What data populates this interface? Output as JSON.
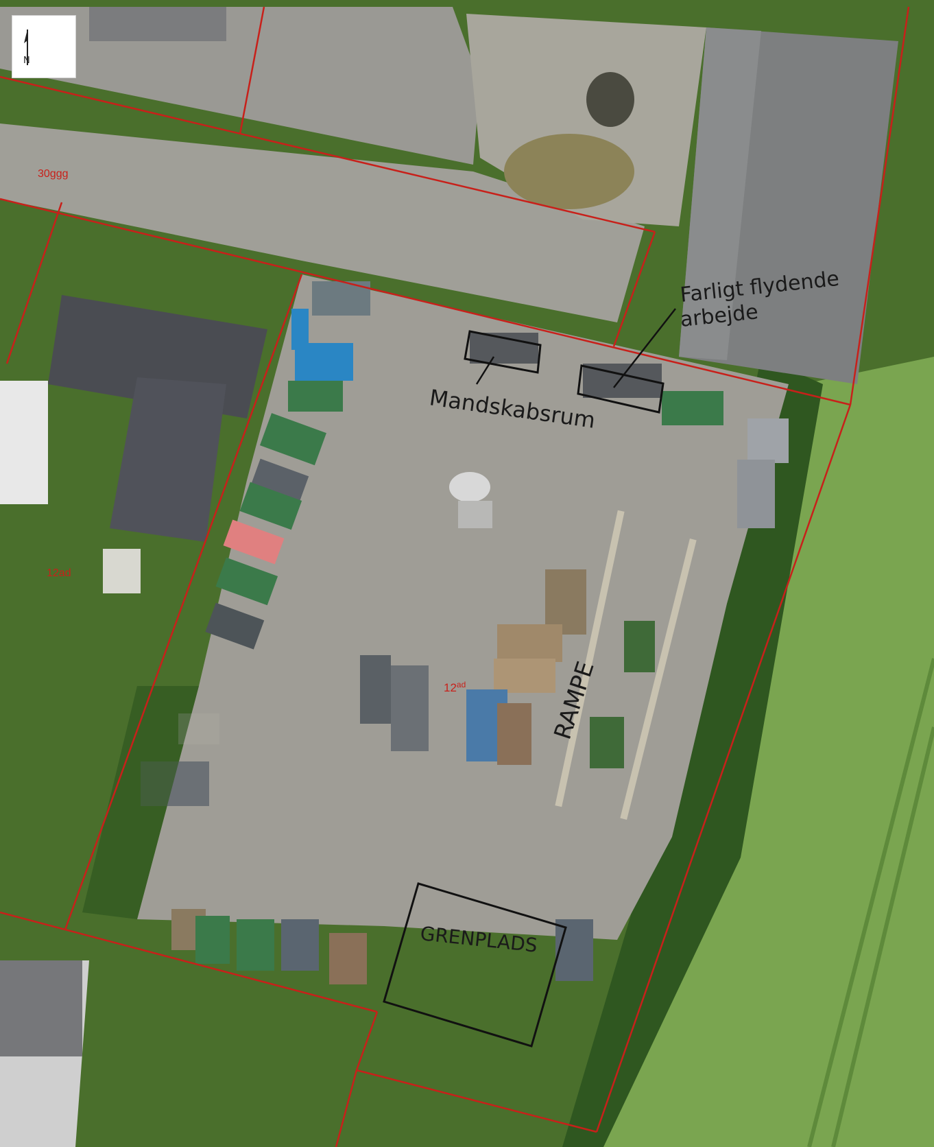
{
  "north_arrow": {
    "letter": "N",
    "icon": "north-arrow-icon"
  },
  "annotations": {
    "mandskabsrum": "Mandskabsrum",
    "farligt_line1": "Farligt flydende",
    "farligt_line2": "arbejde",
    "rampe": "RAMPE",
    "grenplads": "GRENPLADS"
  },
  "parcel_labels": {
    "top_left": "30ggg",
    "left": "12ad",
    "center_main": "12",
    "center_sup": "ad"
  },
  "colors": {
    "parcel_line": "#c8201a",
    "pavement": "#9c9a93",
    "grass": "#4f7a2e",
    "field": "#6c9a45",
    "roof_dark": "#4e5055",
    "container_green": "#3b7a4a",
    "container_blue": "#2a86c4"
  }
}
